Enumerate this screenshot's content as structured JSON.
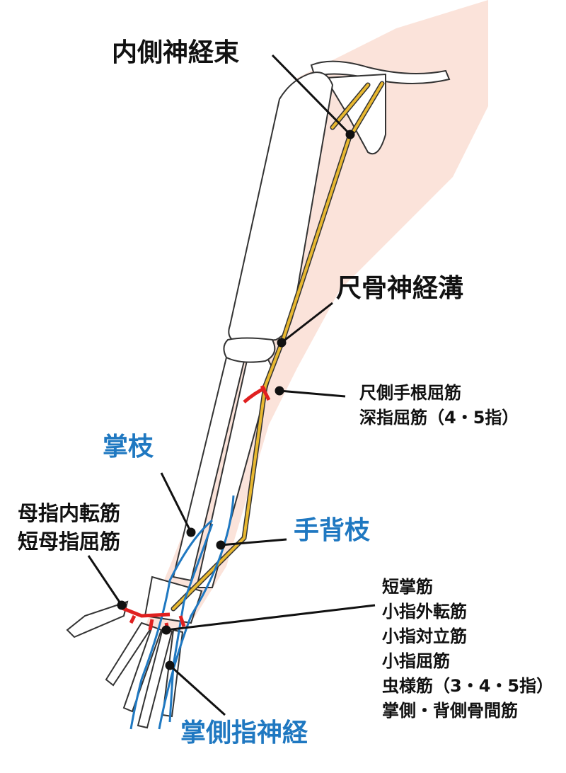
{
  "labels": {
    "medial_cord": "内側神経束",
    "ulnar_groove": "尺骨神経溝",
    "forearm_muscles": [
      "尺側手根屈筋",
      "深指屈筋（4・5指）"
    ],
    "palmar_branch": "掌枝",
    "dorsal_branch": "手背枝",
    "thumb_muscles": [
      "母指内転筋",
      "短母指屈筋"
    ],
    "hand_muscles": [
      "短掌筋",
      "小指外転筋",
      "小指対立筋",
      "小指屈筋",
      "虫様筋（3・4・5指）",
      "掌側・背側骨間筋"
    ],
    "palmar_digital_nerve": "掌側指神経"
  },
  "colors": {
    "nerve": "#e8b830",
    "branch": "#1f78c1",
    "muscle": "#e02020",
    "skin": "#fbe3da",
    "text": "#111111"
  }
}
